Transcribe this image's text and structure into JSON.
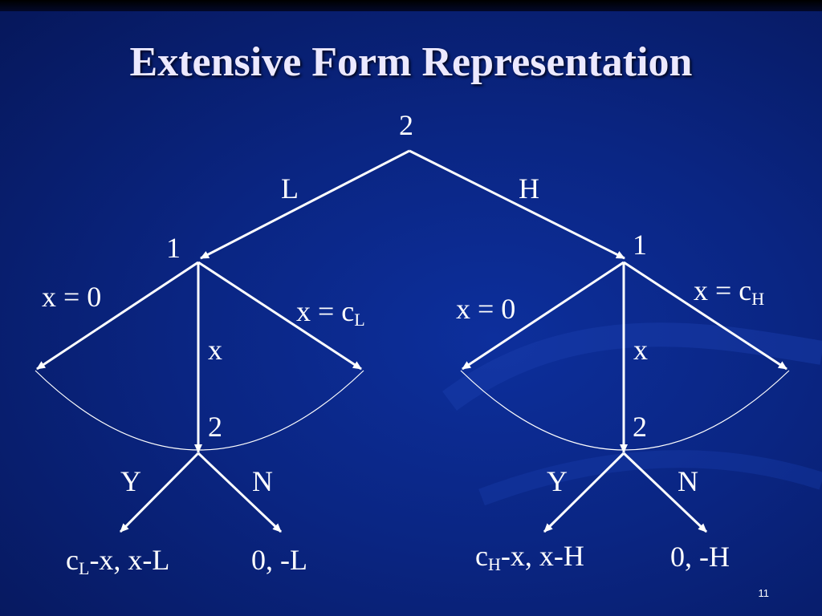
{
  "slide": {
    "title": "Extensive Form Representation",
    "slide_number": "11"
  },
  "tree": {
    "root_player": "2",
    "root_moves": {
      "left": "L",
      "right": "H"
    },
    "left_branch": {
      "player": "1",
      "move_left": "x = 0",
      "move_middle": "x",
      "move_right_base": "x = c",
      "move_right_sub": "L",
      "responder": "2",
      "response_yes": "Y",
      "response_no": "N",
      "payoff_yes_base": "c",
      "payoff_yes_sub": "L",
      "payoff_yes_rest": "-x, x-L",
      "payoff_no": "0, -L"
    },
    "right_branch": {
      "player": "1",
      "move_left": "x = 0",
      "move_middle": "x",
      "move_right_base": "x = c",
      "move_right_sub": "H",
      "responder": "2",
      "response_yes": "Y",
      "response_no": "N",
      "payoff_yes_base": "c",
      "payoff_yes_sub": "H",
      "payoff_yes_rest": "-x, x-H",
      "payoff_no": "0, -H"
    }
  },
  "colors": {
    "background": "#0a2582",
    "text": "#ffffff",
    "title": "#ece9ff"
  }
}
